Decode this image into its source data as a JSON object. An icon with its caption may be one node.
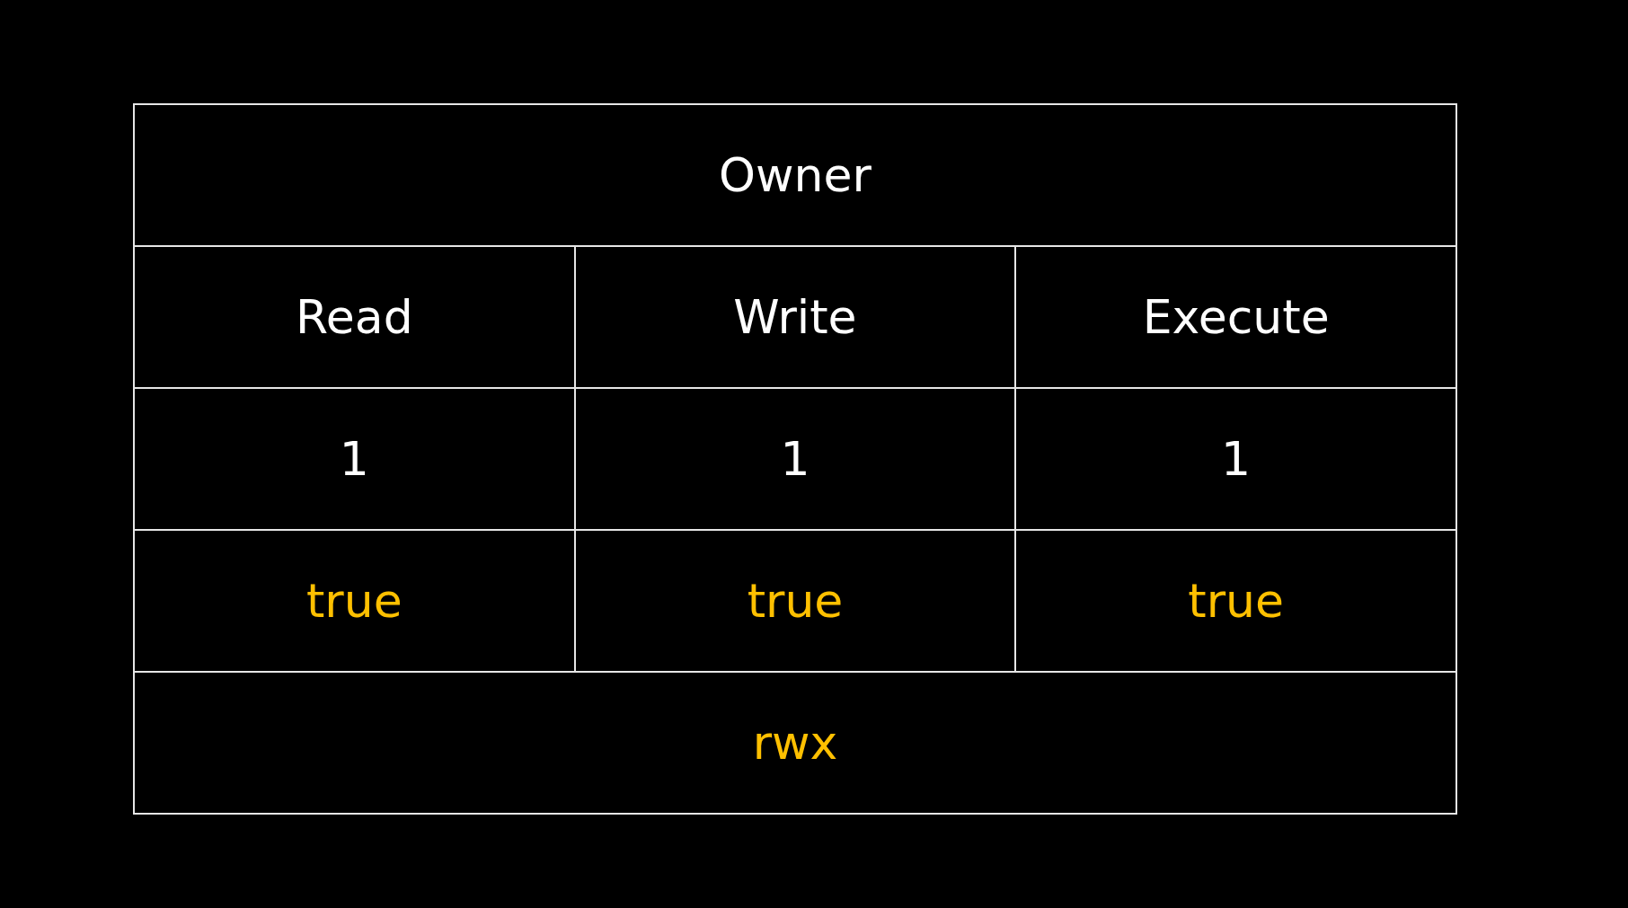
{
  "diagram": {
    "labels": [
      "Owner",
      "Read",
      "Write",
      "Execute",
      "1",
      "1",
      "1",
      "true",
      "true",
      "true",
      "rwx"
    ]
  }
}
